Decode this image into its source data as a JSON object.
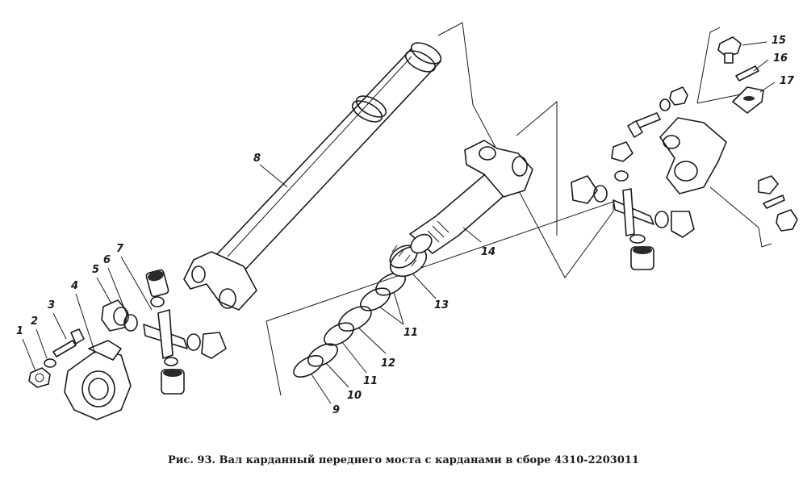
{
  "figure": {
    "caption": "Рис. 93. Вал карданный переднего моста с карданами в сборе 4310-2203011"
  },
  "callouts": [
    "1",
    "2",
    "3",
    "4",
    "5",
    "6",
    "7",
    "8",
    "9",
    "10",
    "11",
    "11",
    "12",
    "13",
    "14",
    "15",
    "16",
    "17"
  ]
}
